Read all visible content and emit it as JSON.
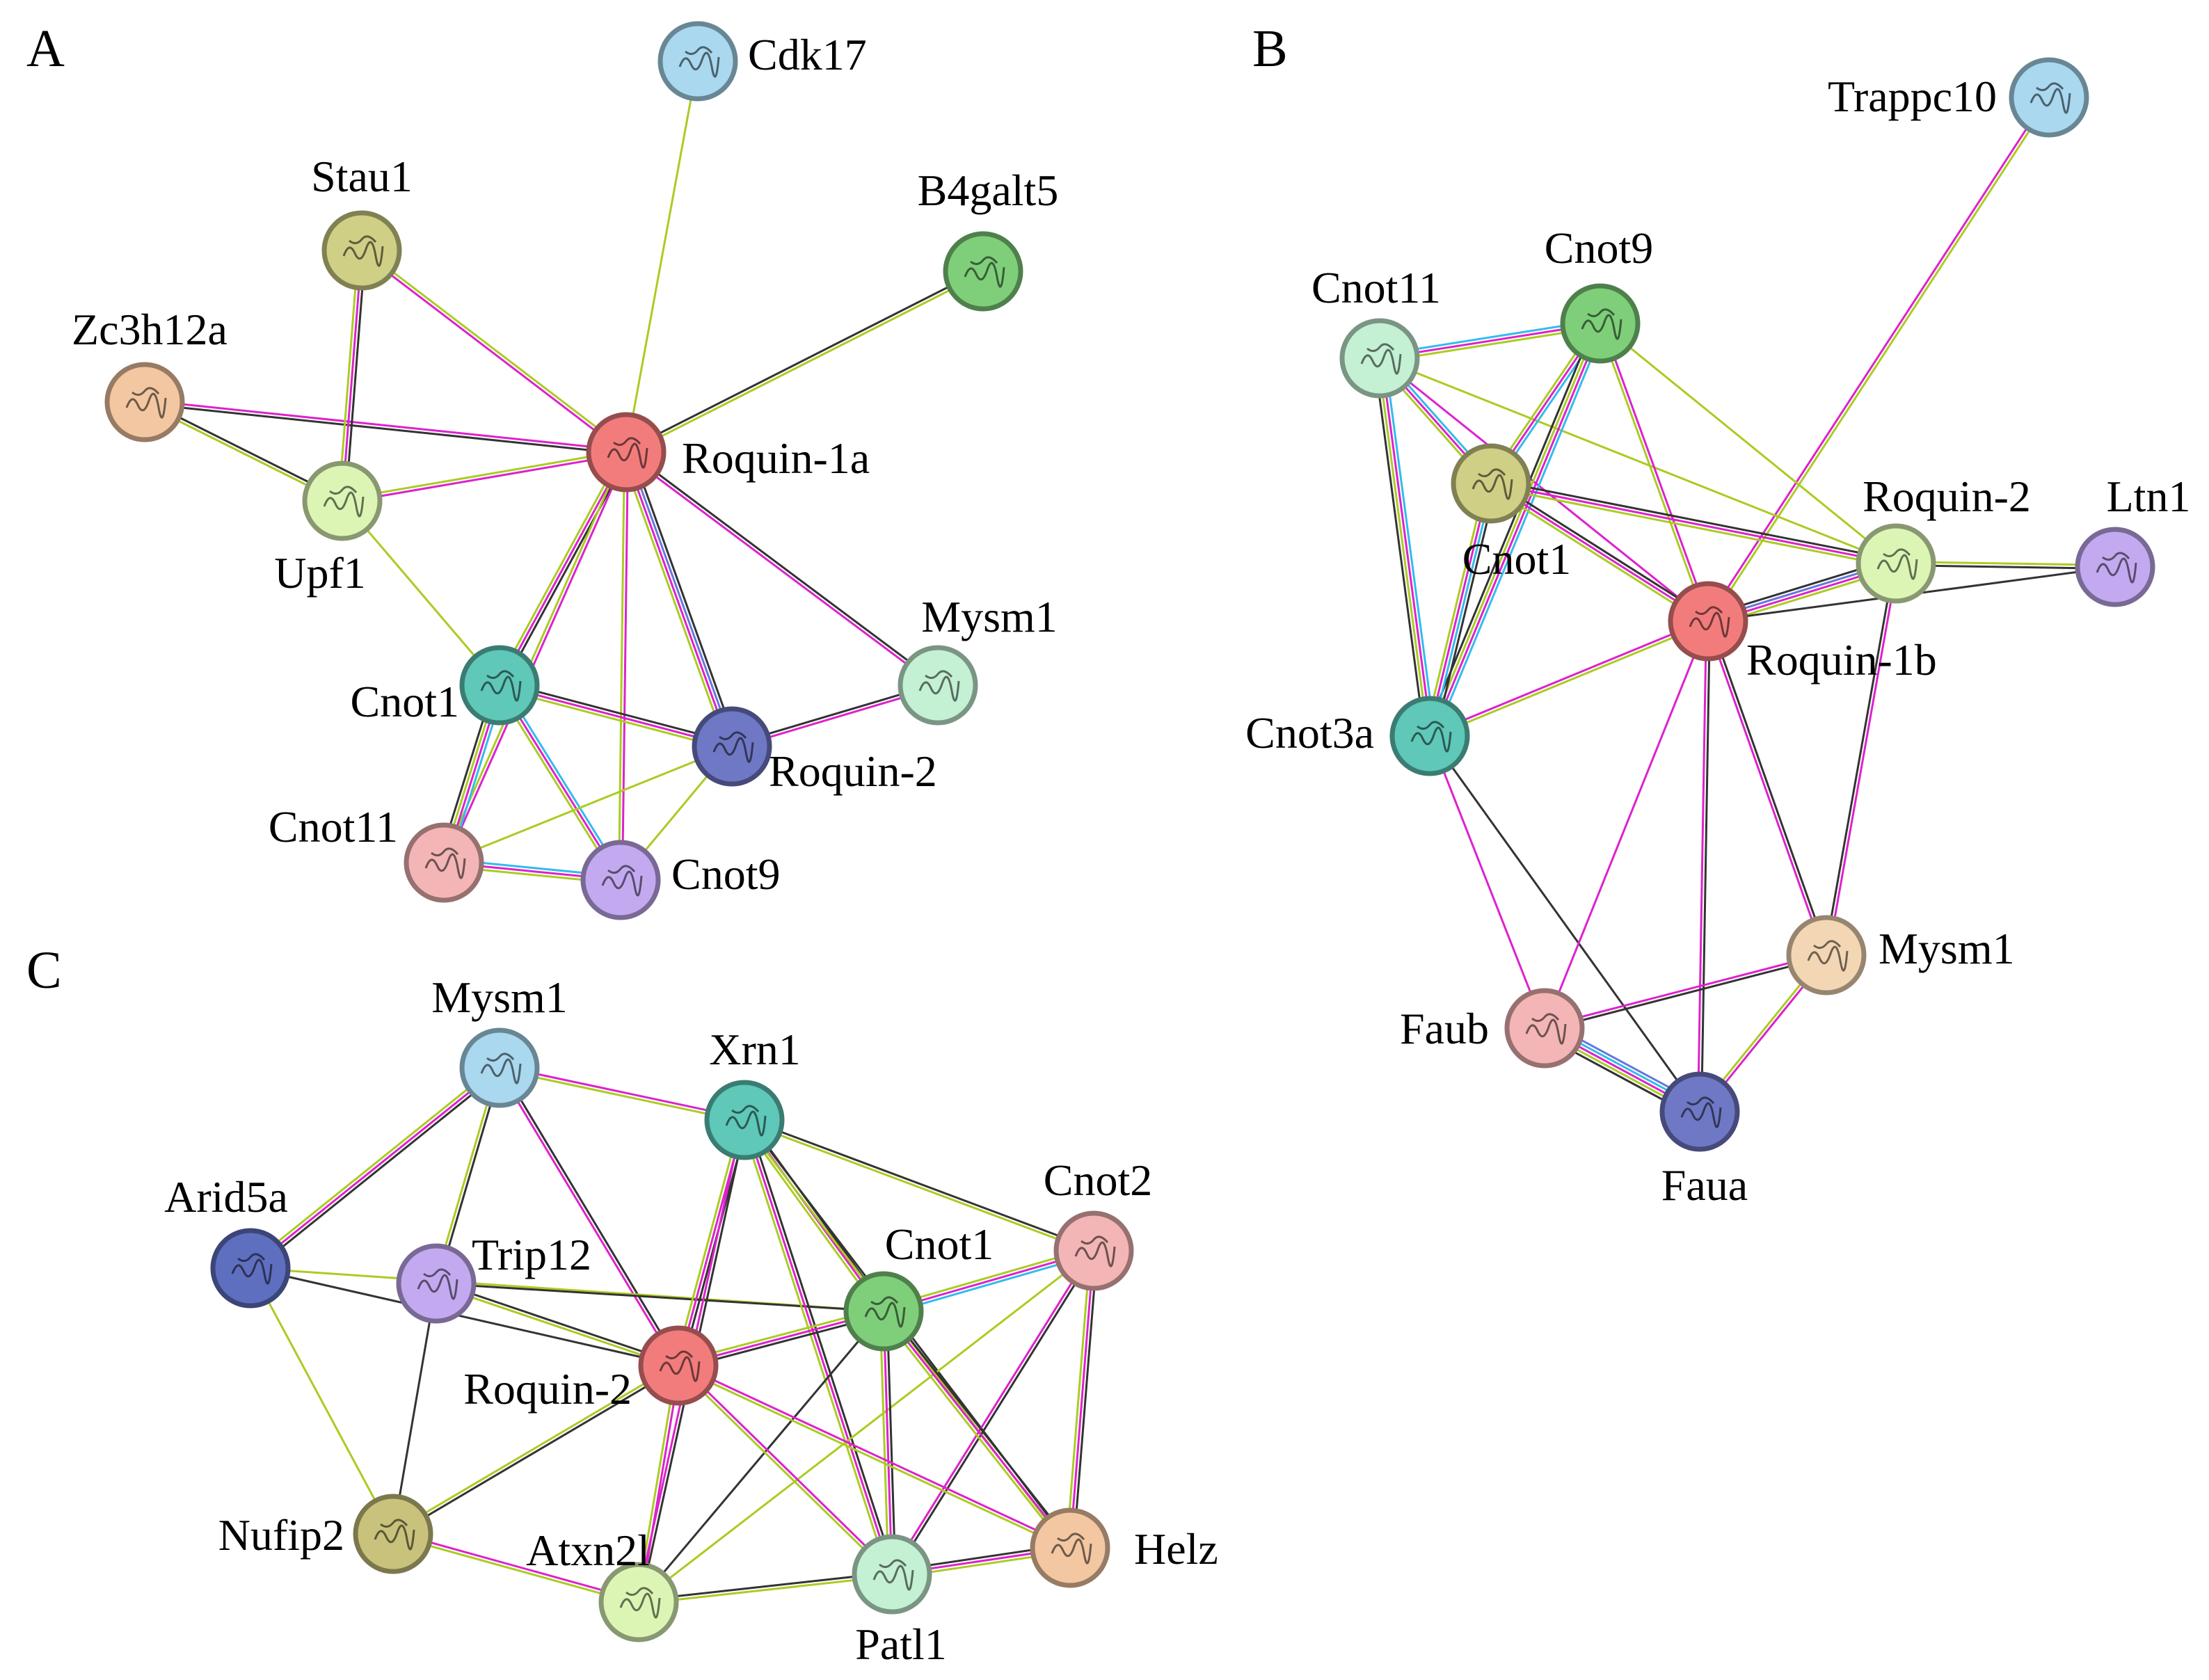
{
  "figure": {
    "panels": [
      {
        "id": "A",
        "label": "A",
        "nodes": [
          {
            "id": "cdk17",
            "label": "Cdk17",
            "color": "#a9d8ef"
          },
          {
            "id": "stau1",
            "label": "Stau1",
            "color": "#cfcf86"
          },
          {
            "id": "b4galt5",
            "label": "B4galt5",
            "color": "#7fcf7a"
          },
          {
            "id": "zc3h12a",
            "label": "Zc3h12a",
            "color": "#f3c7a2"
          },
          {
            "id": "roquin1a",
            "label": "Roquin-1a",
            "color": "#f27c7c"
          },
          {
            "id": "upf1",
            "label": "Upf1",
            "color": "#dcf5b5"
          },
          {
            "id": "mysm1",
            "label": "Mysm1",
            "color": "#c4f0d4"
          },
          {
            "id": "cnot1",
            "label": "Cnot1",
            "color": "#5fc8b8"
          },
          {
            "id": "roquin2",
            "label": "Roquin-2",
            "color": "#6f78c4"
          },
          {
            "id": "cnot11",
            "label": "Cnot11",
            "color": "#f3b5b5"
          },
          {
            "id": "cnot9",
            "label": "Cnot9",
            "color": "#c3aaf0"
          }
        ],
        "edges": [
          {
            "from": "roquin1a",
            "to": "cdk17",
            "evidence": [
              "textmining"
            ]
          },
          {
            "from": "roquin1a",
            "to": "b4galt5",
            "evidence": [
              "coexpression",
              "textmining"
            ]
          },
          {
            "from": "roquin1a",
            "to": "stau1",
            "evidence": [
              "experiments",
              "textmining"
            ]
          },
          {
            "from": "roquin1a",
            "to": "zc3h12a",
            "evidence": [
              "coexpression",
              "experiments"
            ]
          },
          {
            "from": "roquin1a",
            "to": "upf1",
            "evidence": [
              "experiments",
              "textmining"
            ]
          },
          {
            "from": "roquin1a",
            "to": "mysm1",
            "evidence": [
              "coexpression",
              "experiments"
            ]
          },
          {
            "from": "roquin1a",
            "to": "cnot1",
            "evidence": [
              "coexpression",
              "experiments",
              "textmining"
            ]
          },
          {
            "from": "roquin1a",
            "to": "roquin2",
            "evidence": [
              "coexpression",
              "homology",
              "experiments",
              "textmining"
            ]
          },
          {
            "from": "roquin1a",
            "to": "cnot11",
            "evidence": [
              "experiments",
              "textmining"
            ]
          },
          {
            "from": "roquin1a",
            "to": "cnot9",
            "evidence": [
              "experiments",
              "textmining"
            ]
          },
          {
            "from": "stau1",
            "to": "upf1",
            "evidence": [
              "coexpression",
              "experiments",
              "textmining"
            ]
          },
          {
            "from": "zc3h12a",
            "to": "upf1",
            "evidence": [
              "coexpression",
              "textmining"
            ]
          },
          {
            "from": "upf1",
            "to": "cnot1",
            "evidence": [
              "textmining"
            ]
          },
          {
            "from": "cnot1",
            "to": "roquin2",
            "evidence": [
              "coexpression",
              "experiments",
              "textmining"
            ]
          },
          {
            "from": "cnot1",
            "to": "cnot11",
            "evidence": [
              "database",
              "experiments",
              "textmining",
              "coexpression"
            ]
          },
          {
            "from": "cnot1",
            "to": "cnot9",
            "evidence": [
              "database",
              "experiments",
              "textmining"
            ]
          },
          {
            "from": "roquin2",
            "to": "mysm1",
            "evidence": [
              "coexpression",
              "experiments"
            ]
          },
          {
            "from": "roquin2",
            "to": "cnot11",
            "evidence": [
              "textmining"
            ]
          },
          {
            "from": "roquin2",
            "to": "cnot9",
            "evidence": [
              "textmining"
            ]
          },
          {
            "from": "cnot11",
            "to": "cnot9",
            "evidence": [
              "database",
              "experiments",
              "textmining"
            ]
          }
        ]
      },
      {
        "id": "B",
        "label": "B",
        "nodes": [
          {
            "id": "trappc10",
            "label": "Trappc10",
            "color": "#a9d8ef"
          },
          {
            "id": "cnot9",
            "label": "Cnot9",
            "color": "#7fcf7a"
          },
          {
            "id": "cnot11",
            "label": "Cnot11",
            "color": "#c4f0d4"
          },
          {
            "id": "cnot1",
            "label": "Cnot1",
            "color": "#cfcf86"
          },
          {
            "id": "roquin2",
            "label": "Roquin-2",
            "color": "#dcf5b5"
          },
          {
            "id": "ltn1",
            "label": "Ltn1",
            "color": "#c3aaf0"
          },
          {
            "id": "roquin1b",
            "label": "Roquin-1b",
            "color": "#f27c7c"
          },
          {
            "id": "cnot3a",
            "label": "Cnot3a",
            "color": "#5fc8b8"
          },
          {
            "id": "mysm1",
            "label": "Mysm1",
            "color": "#f3d7b5"
          },
          {
            "id": "faub",
            "label": "Faub",
            "color": "#f3b5b5"
          },
          {
            "id": "faua",
            "label": "Faua",
            "color": "#6f78c4"
          }
        ],
        "edges": [
          {
            "from": "roquin1b",
            "to": "trappc10",
            "evidence": [
              "experiments",
              "textmining"
            ]
          },
          {
            "from": "cnot11",
            "to": "cnot9",
            "evidence": [
              "database",
              "experiments",
              "textmining"
            ]
          },
          {
            "from": "cnot11",
            "to": "cnot1",
            "evidence": [
              "database",
              "experiments",
              "textmining"
            ]
          },
          {
            "from": "cnot11",
            "to": "cnot3a",
            "evidence": [
              "database",
              "experiments",
              "textmining",
              "coexpression"
            ]
          },
          {
            "from": "cnot11",
            "to": "roquin1b",
            "evidence": [
              "experiments"
            ]
          },
          {
            "from": "cnot11",
            "to": "roquin2",
            "evidence": [
              "textmining"
            ]
          },
          {
            "from": "cnot9",
            "to": "cnot1",
            "evidence": [
              "database",
              "experiments",
              "textmining"
            ]
          },
          {
            "from": "cnot9",
            "to": "cnot3a",
            "evidence": [
              "database",
              "experiments",
              "textmining",
              "coexpression"
            ]
          },
          {
            "from": "cnot9",
            "to": "roquin1b",
            "evidence": [
              "experiments",
              "textmining"
            ]
          },
          {
            "from": "cnot9",
            "to": "roquin2",
            "evidence": [
              "textmining"
            ]
          },
          {
            "from": "cnot1",
            "to": "cnot3a",
            "evidence": [
              "coexpression",
              "database",
              "experiments",
              "textmining"
            ]
          },
          {
            "from": "cnot1",
            "to": "roquin1b",
            "evidence": [
              "coexpression",
              "experiments",
              "textmining"
            ]
          },
          {
            "from": "cnot1",
            "to": "roquin2",
            "evidence": [
              "coexpression",
              "experiments",
              "textmining"
            ]
          },
          {
            "from": "cnot3a",
            "to": "roquin1b",
            "evidence": [
              "experiments",
              "textmining"
            ]
          },
          {
            "from": "cnot3a",
            "to": "faub",
            "evidence": [
              "experiments"
            ]
          },
          {
            "from": "cnot3a",
            "to": "faua",
            "evidence": [
              "coexpression"
            ]
          },
          {
            "from": "roquin1b",
            "to": "roquin2",
            "evidence": [
              "coexpression",
              "homology",
              "experiments",
              "textmining"
            ]
          },
          {
            "from": "roquin1b",
            "to": "ltn1",
            "evidence": [
              "coexpression"
            ]
          },
          {
            "from": "roquin2",
            "to": "ltn1",
            "evidence": [
              "textmining",
              "coexpression"
            ]
          },
          {
            "from": "roquin1b",
            "to": "mysm1",
            "evidence": [
              "coexpression",
              "experiments"
            ]
          },
          {
            "from": "roquin1b",
            "to": "faub",
            "evidence": [
              "experiments"
            ]
          },
          {
            "from": "roquin1b",
            "to": "faua",
            "evidence": [
              "coexpression",
              "experiments"
            ]
          },
          {
            "from": "roquin2",
            "to": "mysm1",
            "evidence": [
              "experiments",
              "coexpression"
            ]
          },
          {
            "from": "mysm1",
            "to": "faub",
            "evidence": [
              "coexpression",
              "experiments"
            ]
          },
          {
            "from": "mysm1",
            "to": "faua",
            "evidence": [
              "experiments",
              "textmining"
            ]
          },
          {
            "from": "faub",
            "to": "faua",
            "evidence": [
              "homology",
              "database",
              "experiments",
              "textmining",
              "coexpression"
            ]
          }
        ]
      },
      {
        "id": "C",
        "label": "C",
        "nodes": [
          {
            "id": "mysm1",
            "label": "Mysm1",
            "color": "#a9d8ef"
          },
          {
            "id": "xrn1",
            "label": "Xrn1",
            "color": "#5fc8b8"
          },
          {
            "id": "cnot2",
            "label": "Cnot2",
            "color": "#f3b5b5"
          },
          {
            "id": "arid5a",
            "label": "Arid5a",
            "color": "#5f6fc0"
          },
          {
            "id": "trip12",
            "label": "Trip12",
            "color": "#c3aaf0"
          },
          {
            "id": "cnot1",
            "label": "Cnot1",
            "color": "#7fcf7a"
          },
          {
            "id": "roquin2",
            "label": "Roquin-2",
            "color": "#f27c7c"
          },
          {
            "id": "nufip2",
            "label": "Nufip2",
            "color": "#c8c27c"
          },
          {
            "id": "atxn2l",
            "label": "Atxn2l",
            "color": "#dcf5b5"
          },
          {
            "id": "patl1",
            "label": "Patl1",
            "color": "#c4f0d4"
          },
          {
            "id": "helz",
            "label": "Helz",
            "color": "#f3c7a2"
          }
        ],
        "edges": [
          {
            "from": "mysm1",
            "to": "arid5a",
            "evidence": [
              "coexpression",
              "experiments",
              "textmining"
            ]
          },
          {
            "from": "mysm1",
            "to": "xrn1",
            "evidence": [
              "experiments",
              "textmining"
            ]
          },
          {
            "from": "mysm1",
            "to": "trip12",
            "evidence": [
              "coexpression",
              "textmining"
            ]
          },
          {
            "from": "mysm1",
            "to": "roquin2",
            "evidence": [
              "coexpression",
              "experiments"
            ]
          },
          {
            "from": "arid5a",
            "to": "roquin2",
            "evidence": [
              "coexpression"
            ]
          },
          {
            "from": "arid5a",
            "to": "cnot1",
            "evidence": [
              "textmining"
            ]
          },
          {
            "from": "arid5a",
            "to": "nufip2",
            "evidence": [
              "textmining"
            ]
          },
          {
            "from": "trip12",
            "to": "roquin2",
            "evidence": [
              "coexpression",
              "textmining"
            ]
          },
          {
            "from": "trip12",
            "to": "cnot1",
            "evidence": [
              "coexpression"
            ]
          },
          {
            "from": "trip12",
            "to": "nufip2",
            "evidence": [
              "coexpression"
            ]
          },
          {
            "from": "xrn1",
            "to": "cnot2",
            "evidence": [
              "coexpression",
              "textmining"
            ]
          },
          {
            "from": "xrn1",
            "to": "cnot1",
            "evidence": [
              "coexpression",
              "experiments",
              "textmining"
            ]
          },
          {
            "from": "xrn1",
            "to": "roquin2",
            "evidence": [
              "coexpression",
              "experiments",
              "textmining"
            ]
          },
          {
            "from": "xrn1",
            "to": "patl1",
            "evidence": [
              "coexpression",
              "experiments",
              "textmining"
            ]
          },
          {
            "from": "xrn1",
            "to": "atxn2l",
            "evidence": [
              "coexpression",
              "experiments"
            ]
          },
          {
            "from": "xrn1",
            "to": "helz",
            "evidence": [
              "coexpression",
              "textmining"
            ]
          },
          {
            "from": "cnot2",
            "to": "cnot1",
            "evidence": [
              "database",
              "experiments",
              "textmining"
            ]
          },
          {
            "from": "cnot2",
            "to": "helz",
            "evidence": [
              "coexpression",
              "experiments",
              "textmining"
            ]
          },
          {
            "from": "cnot2",
            "to": "patl1",
            "evidence": [
              "coexpression",
              "experiments"
            ]
          },
          {
            "from": "cnot2",
            "to": "atxn2l",
            "evidence": [
              "textmining"
            ]
          },
          {
            "from": "cnot1",
            "to": "roquin2",
            "evidence": [
              "coexpression",
              "experiments",
              "textmining"
            ]
          },
          {
            "from": "cnot1",
            "to": "helz",
            "evidence": [
              "coexpression",
              "experiments",
              "textmining"
            ]
          },
          {
            "from": "cnot1",
            "to": "patl1",
            "evidence": [
              "coexpression",
              "experiments",
              "textmining"
            ]
          },
          {
            "from": "cnot1",
            "to": "atxn2l",
            "evidence": [
              "coexpression"
            ]
          },
          {
            "from": "roquin2",
            "to": "nufip2",
            "evidence": [
              "coexpression",
              "textmining"
            ]
          },
          {
            "from": "roquin2",
            "to": "atxn2l",
            "evidence": [
              "experiments",
              "textmining"
            ]
          },
          {
            "from": "roquin2",
            "to": "patl1",
            "evidence": [
              "experiments",
              "textmining"
            ]
          },
          {
            "from": "roquin2",
            "to": "helz",
            "evidence": [
              "experiments",
              "textmining"
            ]
          },
          {
            "from": "nufip2",
            "to": "atxn2l",
            "evidence": [
              "experiments",
              "textmining"
            ]
          },
          {
            "from": "atxn2l",
            "to": "patl1",
            "evidence": [
              "coexpression",
              "textmining"
            ]
          },
          {
            "from": "patl1",
            "to": "helz",
            "evidence": [
              "coexpression",
              "experiments",
              "textmining"
            ]
          }
        ]
      }
    ],
    "evidence_colors": {
      "database": "#33bbee",
      "experiments": "#dd22cc",
      "textmining": "#aacc22",
      "coexpression": "#333333",
      "homology": "#6677dd"
    }
  }
}
